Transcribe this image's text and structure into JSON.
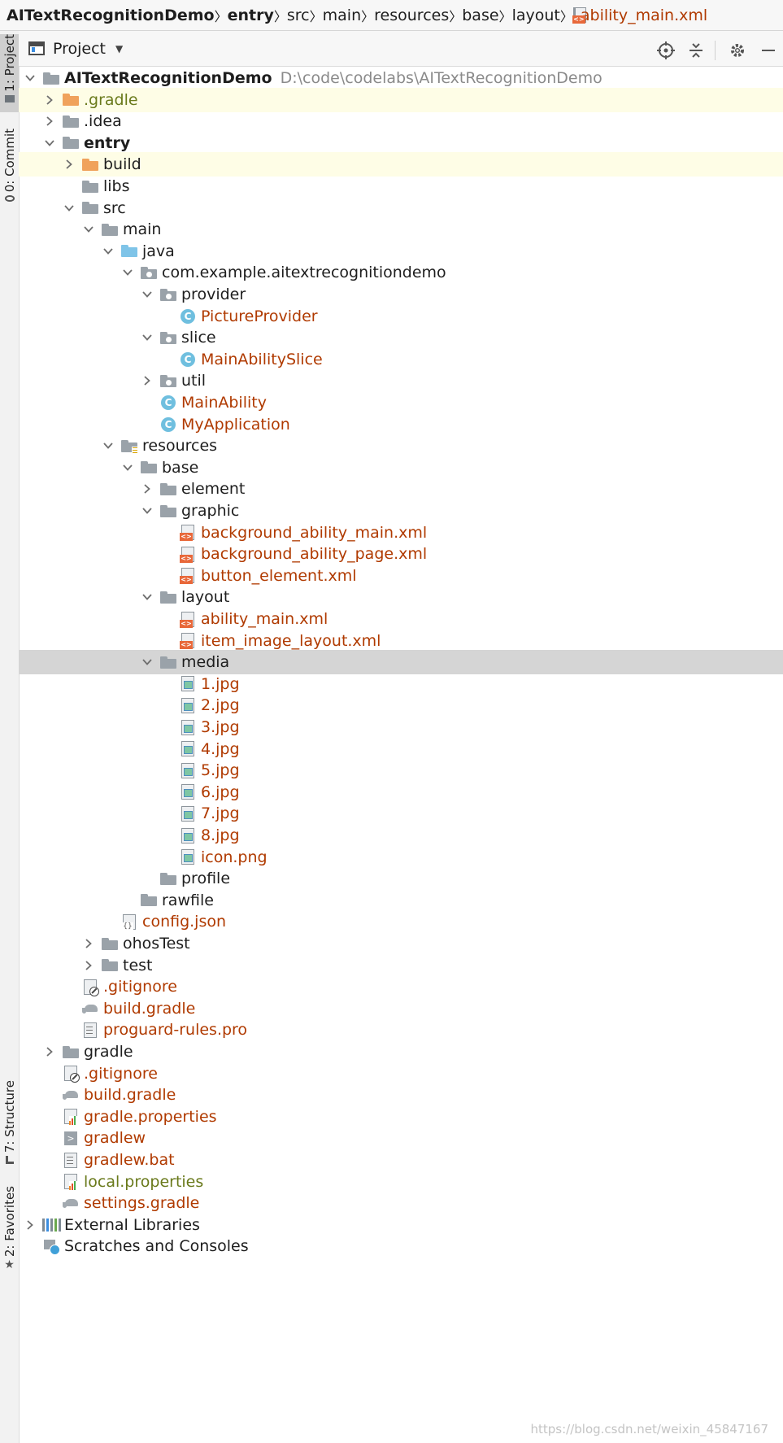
{
  "breadcrumb": {
    "items": [
      {
        "label": "AITextRecognitionDemo",
        "style": "bold"
      },
      {
        "label": "entry",
        "style": "bold"
      },
      {
        "label": "src",
        "style": "normal"
      },
      {
        "label": "main",
        "style": "normal"
      },
      {
        "label": "resources",
        "style": "normal"
      },
      {
        "label": "base",
        "style": "normal"
      },
      {
        "label": "layout",
        "style": "normal"
      },
      {
        "label": "ability_main.xml",
        "style": "file",
        "icon": "xml-file-icon"
      }
    ]
  },
  "side_tabs": {
    "project": "1: Project",
    "commit": "0: Commit",
    "structure": "7: Structure",
    "favorites": "2: Favorites"
  },
  "panel": {
    "title": "Project",
    "icons": [
      "locate-icon",
      "collapse-all-icon",
      "gear-icon",
      "hide-icon"
    ]
  },
  "tree": [
    {
      "label": "AITextRecognitionDemo",
      "path": "D:\\code\\codelabs\\AITextRecognitionDemo",
      "depth": 0,
      "arrow": "down",
      "icon": "module-folder",
      "style": "bold"
    },
    {
      "label": ".gradle",
      "depth": 1,
      "arrow": "right",
      "icon": "folder-orange",
      "style": "olive",
      "highlight": "yellow"
    },
    {
      "label": ".idea",
      "depth": 1,
      "arrow": "right",
      "icon": "folder-grey",
      "style": "normal"
    },
    {
      "label": "entry",
      "depth": 1,
      "arrow": "down",
      "icon": "module-folder",
      "style": "bold"
    },
    {
      "label": "build",
      "depth": 2,
      "arrow": "right",
      "icon": "folder-orange",
      "style": "normal",
      "highlight": "yellow"
    },
    {
      "label": "libs",
      "depth": 2,
      "arrow": "none",
      "icon": "folder-grey",
      "style": "normal"
    },
    {
      "label": "src",
      "depth": 2,
      "arrow": "down",
      "icon": "folder-grey",
      "style": "normal"
    },
    {
      "label": "main",
      "depth": 3,
      "arrow": "down",
      "icon": "folder-grey",
      "style": "normal"
    },
    {
      "label": "java",
      "depth": 4,
      "arrow": "down",
      "icon": "folder-blue",
      "style": "normal"
    },
    {
      "label": "com.example.aitextrecognitiondemo",
      "depth": 5,
      "arrow": "down",
      "icon": "package-folder",
      "style": "normal"
    },
    {
      "label": "provider",
      "depth": 6,
      "arrow": "down",
      "icon": "package-folder",
      "style": "normal"
    },
    {
      "label": "PictureProvider",
      "depth": 7,
      "arrow": "none",
      "icon": "class",
      "style": "orange"
    },
    {
      "label": "slice",
      "depth": 6,
      "arrow": "down",
      "icon": "package-folder",
      "style": "normal"
    },
    {
      "label": "MainAbilitySlice",
      "depth": 7,
      "arrow": "none",
      "icon": "class",
      "style": "orange"
    },
    {
      "label": "util",
      "depth": 6,
      "arrow": "right",
      "icon": "package-folder",
      "style": "normal"
    },
    {
      "label": "MainAbility",
      "depth": 6,
      "arrow": "none",
      "icon": "class",
      "style": "orange"
    },
    {
      "label": "MyApplication",
      "depth": 6,
      "arrow": "none",
      "icon": "class",
      "style": "orange"
    },
    {
      "label": "resources",
      "depth": 4,
      "arrow": "down",
      "icon": "resources-folder",
      "style": "normal"
    },
    {
      "label": "base",
      "depth": 5,
      "arrow": "down",
      "icon": "folder-grey",
      "style": "normal"
    },
    {
      "label": "element",
      "depth": 6,
      "arrow": "right",
      "icon": "folder-grey",
      "style": "normal"
    },
    {
      "label": "graphic",
      "depth": 6,
      "arrow": "down",
      "icon": "folder-grey",
      "style": "normal"
    },
    {
      "label": "background_ability_main.xml",
      "depth": 7,
      "arrow": "none",
      "icon": "xml",
      "style": "orange"
    },
    {
      "label": "background_ability_page.xml",
      "depth": 7,
      "arrow": "none",
      "icon": "xml",
      "style": "orange"
    },
    {
      "label": "button_element.xml",
      "depth": 7,
      "arrow": "none",
      "icon": "xml",
      "style": "orange"
    },
    {
      "label": "layout",
      "depth": 6,
      "arrow": "down",
      "icon": "folder-grey",
      "style": "normal"
    },
    {
      "label": "ability_main.xml",
      "depth": 7,
      "arrow": "none",
      "icon": "xml",
      "style": "orange"
    },
    {
      "label": "item_image_layout.xml",
      "depth": 7,
      "arrow": "none",
      "icon": "xml",
      "style": "orange"
    },
    {
      "label": "media",
      "depth": 6,
      "arrow": "down",
      "icon": "folder-grey",
      "style": "normal",
      "highlight": "selected"
    },
    {
      "label": "1.jpg",
      "depth": 7,
      "arrow": "none",
      "icon": "image",
      "style": "orange"
    },
    {
      "label": "2.jpg",
      "depth": 7,
      "arrow": "none",
      "icon": "image",
      "style": "orange"
    },
    {
      "label": "3.jpg",
      "depth": 7,
      "arrow": "none",
      "icon": "image",
      "style": "orange"
    },
    {
      "label": "4.jpg",
      "depth": 7,
      "arrow": "none",
      "icon": "image",
      "style": "orange"
    },
    {
      "label": "5.jpg",
      "depth": 7,
      "arrow": "none",
      "icon": "image",
      "style": "orange"
    },
    {
      "label": "6.jpg",
      "depth": 7,
      "arrow": "none",
      "icon": "image",
      "style": "orange"
    },
    {
      "label": "7.jpg",
      "depth": 7,
      "arrow": "none",
      "icon": "image",
      "style": "orange"
    },
    {
      "label": "8.jpg",
      "depth": 7,
      "arrow": "none",
      "icon": "image",
      "style": "orange"
    },
    {
      "label": "icon.png",
      "depth": 7,
      "arrow": "none",
      "icon": "image",
      "style": "orange"
    },
    {
      "label": "profile",
      "depth": 6,
      "arrow": "none",
      "icon": "folder-grey",
      "style": "normal"
    },
    {
      "label": "rawfile",
      "depth": 5,
      "arrow": "none",
      "icon": "folder-grey",
      "style": "normal"
    },
    {
      "label": "config.json",
      "depth": 4,
      "arrow": "none",
      "icon": "json",
      "style": "orange"
    },
    {
      "label": "ohosTest",
      "depth": 3,
      "arrow": "right",
      "icon": "folder-grey",
      "style": "normal"
    },
    {
      "label": "test",
      "depth": 3,
      "arrow": "right",
      "icon": "folder-grey",
      "style": "normal"
    },
    {
      "label": ".gitignore",
      "depth": 2,
      "arrow": "none",
      "icon": "ignore",
      "style": "orange"
    },
    {
      "label": "build.gradle",
      "depth": 2,
      "arrow": "none",
      "icon": "gradle",
      "style": "orange"
    },
    {
      "label": "proguard-rules.pro",
      "depth": 2,
      "arrow": "none",
      "icon": "text",
      "style": "orange"
    },
    {
      "label": "gradle",
      "depth": 1,
      "arrow": "right",
      "icon": "folder-grey",
      "style": "normal"
    },
    {
      "label": ".gitignore",
      "depth": 1,
      "arrow": "none",
      "icon": "ignore",
      "style": "orange"
    },
    {
      "label": "build.gradle",
      "depth": 1,
      "arrow": "none",
      "icon": "gradle",
      "style": "orange"
    },
    {
      "label": "gradle.properties",
      "depth": 1,
      "arrow": "none",
      "icon": "properties",
      "style": "orange"
    },
    {
      "label": "gradlew",
      "depth": 1,
      "arrow": "none",
      "icon": "shell",
      "style": "orange"
    },
    {
      "label": "gradlew.bat",
      "depth": 1,
      "arrow": "none",
      "icon": "text",
      "style": "orange"
    },
    {
      "label": "local.properties",
      "depth": 1,
      "arrow": "none",
      "icon": "properties",
      "style": "olive"
    },
    {
      "label": "settings.gradle",
      "depth": 1,
      "arrow": "none",
      "icon": "gradle",
      "style": "orange"
    },
    {
      "label": "External Libraries",
      "depth": 0,
      "arrow": "right",
      "icon": "libraries",
      "style": "normal"
    },
    {
      "label": "Scratches and Consoles",
      "depth": 0,
      "arrow": "none",
      "icon": "scratches",
      "style": "normal"
    }
  ],
  "watermark": "https://blog.csdn.net/weixin_45847167"
}
